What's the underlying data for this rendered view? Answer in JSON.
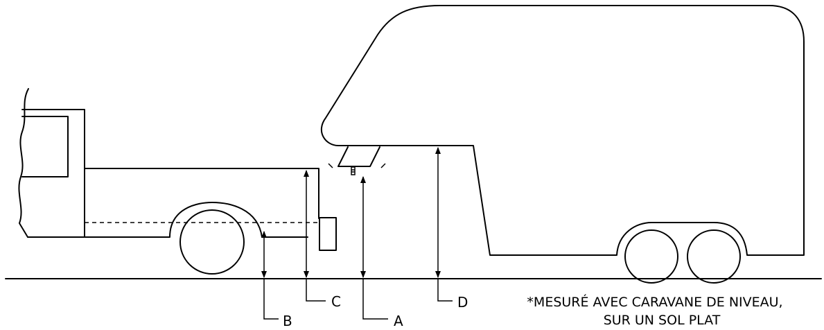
{
  "labels": {
    "a": "A",
    "b": "B",
    "c": "C",
    "d": "D"
  },
  "note": {
    "line1": "*MESURÉ AVEC CARAVANE DE NIVEAU,",
    "line2": "SUR UN SOL PLAT"
  }
}
